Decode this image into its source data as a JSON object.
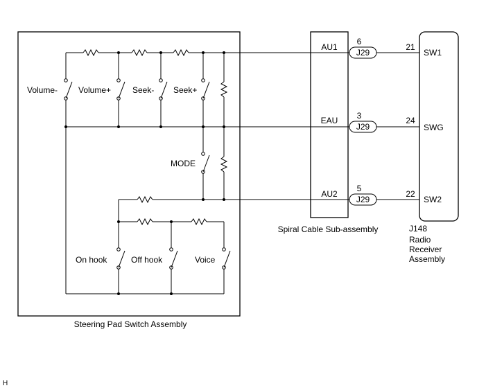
{
  "steering_pad": {
    "title": "Steering Pad Switch Assembly",
    "switches": {
      "volume_down": "Volume-",
      "volume_up": "Volume+",
      "seek_down": "Seek-",
      "seek_up": "Seek+",
      "mode": "MODE",
      "on_hook": "On hook",
      "off_hook": "Off hook",
      "voice": "Voice"
    }
  },
  "spiral_cable": {
    "title": "Spiral Cable Sub-assembly",
    "pins": {
      "au1": "AU1",
      "eau": "EAU",
      "au2": "AU2"
    }
  },
  "connectors": {
    "c1": {
      "label": "J29",
      "pin": "6"
    },
    "c2": {
      "label": "J29",
      "pin": "3"
    },
    "c3": {
      "label": "J29",
      "pin": "5"
    }
  },
  "radio": {
    "id": "J148",
    "title_lines": [
      "Radio",
      "Receiver",
      "Assembly"
    ],
    "pins": {
      "sw1": {
        "label": "SW1",
        "number": "21"
      },
      "swg": {
        "label": "SWG",
        "number": "24"
      },
      "sw2": {
        "label": "SW2",
        "number": "22"
      }
    }
  },
  "footer_mark": "H"
}
